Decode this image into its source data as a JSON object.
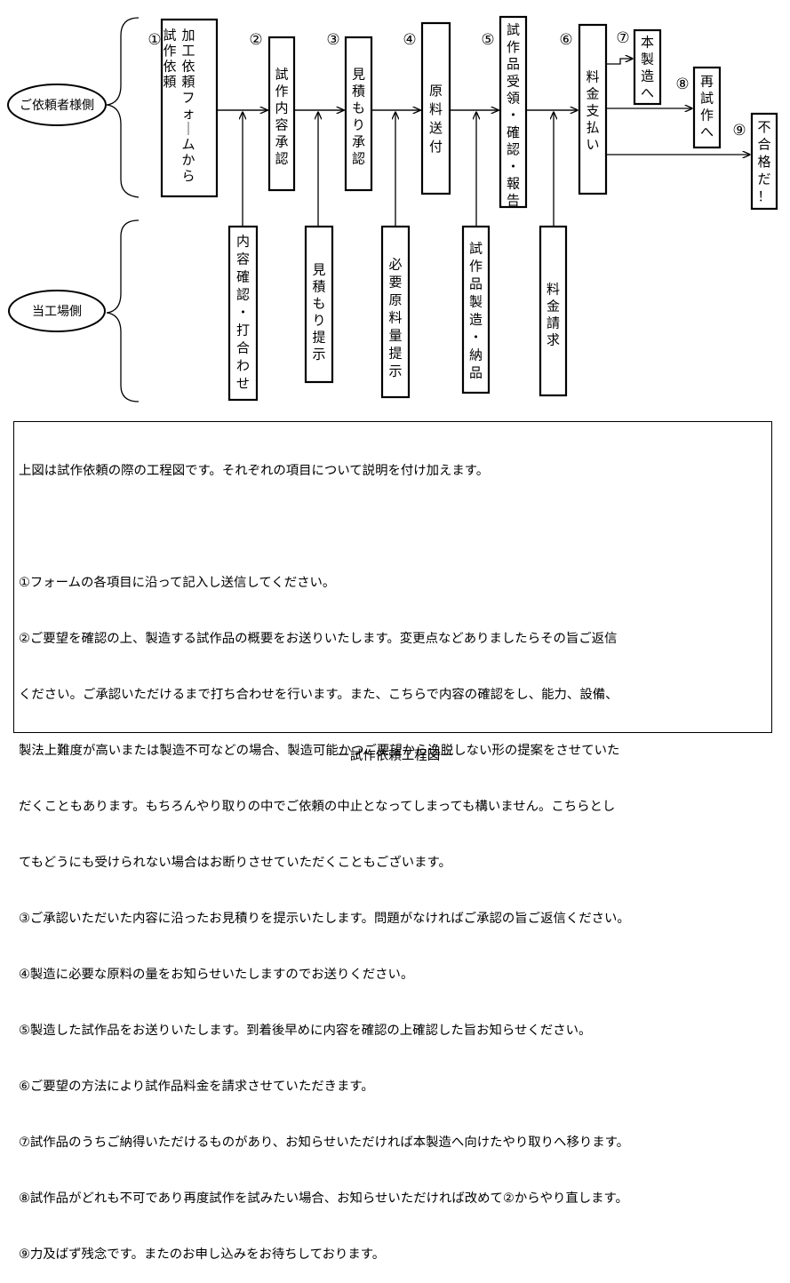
{
  "sides": {
    "client": "ご依頼者様側",
    "factory": "当工場側"
  },
  "client_steps": [
    {
      "num": "①",
      "label": "加工依頼フォームから試作依頼"
    },
    {
      "num": "②",
      "label": "試作内容承認"
    },
    {
      "num": "③",
      "label": "見積もり承認"
    },
    {
      "num": "④",
      "label": "原料送付"
    },
    {
      "num": "⑤",
      "label": "試作品受領・確認・報告"
    },
    {
      "num": "⑥",
      "label": "料金支払い"
    },
    {
      "num": "⑦",
      "label": "本製造へ"
    },
    {
      "num": "⑧",
      "label": "再試作へ"
    },
    {
      "num": "⑨",
      "label": "不合格だ！"
    }
  ],
  "factory_steps": [
    {
      "label": "内容確認・打合わせ"
    },
    {
      "label": "見積もり提示"
    },
    {
      "label": "必要原料量提示"
    },
    {
      "label": "試作品製造・納品"
    },
    {
      "label": "料金請求"
    }
  ],
  "description": {
    "intro": "上図は試作依頼の際の工程図です。それぞれの項目について説明を付け加えます。",
    "lines": [
      "①フォームの各項目に沿って記入し送信してください。",
      "②ご要望を確認の上、製造する試作品の概要をお送りいたします。変更点などありましたらその旨ご返信",
      "ください。ご承認いただけるまで打ち合わせを行います。また、こちらで内容の確認をし、能力、設備、",
      "製法上難度が高いまたは製造不可などの場合、製造可能かつご要望から逸脱しない形の提案をさせていた",
      "だくこともあります。もちろんやり取りの中でご依頼の中止となってしまっても構いません。こちらとし",
      "てもどうにも受けられない場合はお断りさせていただくこともございます。",
      "③ご承認いただいた内容に沿ったお見積りを提示いたします。問題がなければご承認の旨ご返信ください。",
      "④製造に必要な原料の量をお知らせいたしますのでお送りください。",
      "⑤製造した試作品をお送りいたします。到着後早めに内容を確認の上確認した旨お知らせください。",
      "⑥ご要望の方法により試作品料金を請求させていただきます。",
      "⑦試作品のうちご納得いただけるものがあり、お知らせいただければ本製造へ向けたやり取りへ移ります。",
      "⑧試作品がどれも不可であり再度試作を試みたい場合、お知らせいただければ改めて②からやり直します。",
      "⑨力及ばず残念です。またのお申し込みをお待ちしております。"
    ]
  },
  "caption": "ー試作依頼工程図ー"
}
